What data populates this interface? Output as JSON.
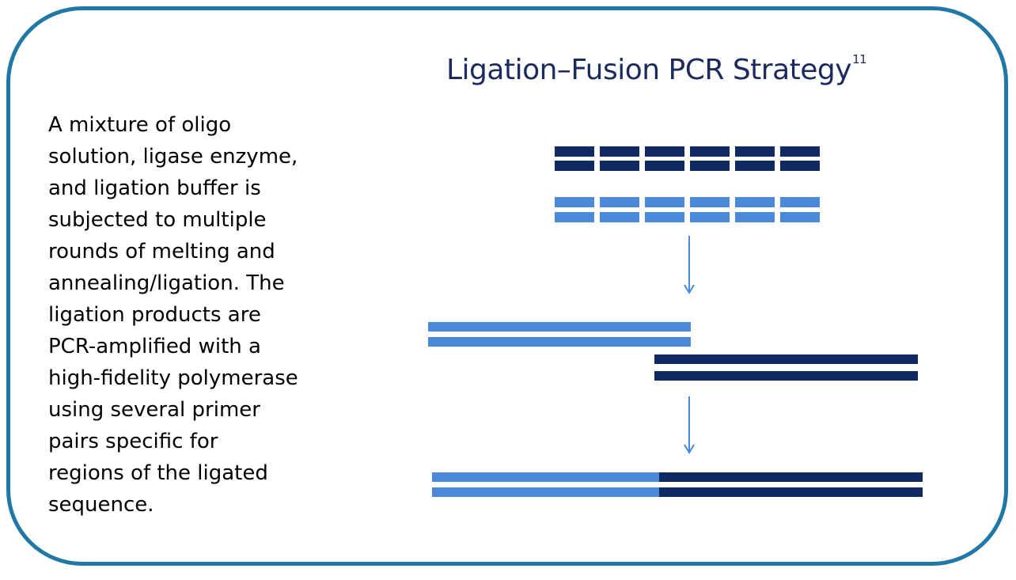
{
  "title": {
    "text": "Ligation–Fusion PCR Strategy",
    "superscript": "11"
  },
  "description": "A mixture of oligo\nsolution, ligase enzyme,\nand ligation buffer is\nsubjected to multiple\nrounds of melting and\nannealing/ligation. The\nligation products are\nPCR-amplified with a\nhigh-fidelity polymerase\nusing several primer\npairs specific for\nregions of the ligated\nsequence.",
  "colors": {
    "border": "#2177a6",
    "dark_strand": "#0f2a63",
    "light_strand": "#4a8ad8",
    "arrow": "#4a8ad8",
    "title": "#1c2a5e"
  },
  "diagram": {
    "oligo_segments_per_row": 6,
    "stages": [
      "separate oligos",
      "ligated halves",
      "fused product"
    ],
    "icons": [
      "down-arrow-icon",
      "down-arrow-icon"
    ]
  }
}
